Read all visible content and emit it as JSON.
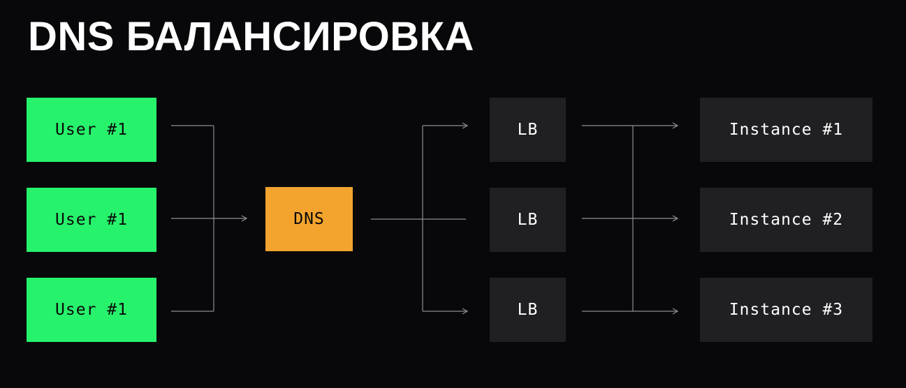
{
  "title": "DNS БАЛАНСИРОВКА",
  "users": [
    {
      "label": "User #1"
    },
    {
      "label": "User #1"
    },
    {
      "label": "User #1"
    }
  ],
  "dns": {
    "label": "DNS"
  },
  "load_balancers": [
    {
      "label": "LB"
    },
    {
      "label": "LB"
    },
    {
      "label": "LB"
    }
  ],
  "instances": [
    {
      "label": "Instance #1"
    },
    {
      "label": "Instance #2"
    },
    {
      "label": "Instance #3"
    }
  ],
  "colors": {
    "background": "#08080a",
    "user_box": "#27f26c",
    "dns_box": "#f2a42f",
    "dark_box": "#202023",
    "connector": "#8e8e94"
  }
}
